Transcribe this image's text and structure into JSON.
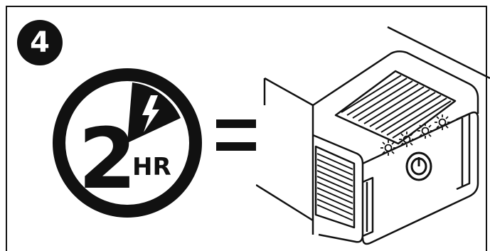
{
  "step": {
    "number": "4"
  },
  "charge_badge": {
    "duration_number": "2",
    "duration_unit": "HR",
    "icon": "lightning-bolt-icon"
  },
  "equals": {
    "symbol": "="
  },
  "device": {
    "icon": "power-station-icon",
    "led_indicators": 4,
    "button_icon": "power-button-icon"
  },
  "colors": {
    "ink": "#111111",
    "background": "#ffffff"
  }
}
